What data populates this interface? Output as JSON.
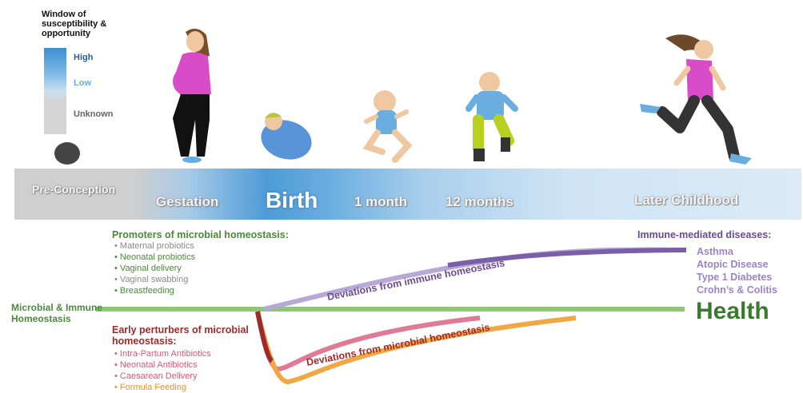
{
  "legend": {
    "title": "Window of susceptibility & opportunity",
    "high": "High",
    "low": "Low",
    "unknown": "Unknown"
  },
  "timeline": {
    "stages": [
      "Pre-Conception",
      "Gestation",
      "Birth",
      "1 month",
      "12 months",
      "Later Childhood"
    ]
  },
  "promoters": {
    "heading": "Promoters of microbial homeostasis:",
    "items": [
      {
        "text": "Maternal probiotics",
        "color": "#8a8a8a"
      },
      {
        "text": "Neonatal probiotics",
        "color": "#4a8a3a"
      },
      {
        "text": "Vaginal delivery",
        "color": "#4a8a3a"
      },
      {
        "text": "Vaginal swabbing",
        "color": "#8a8a8a"
      },
      {
        "text": "Breastfeeding",
        "color": "#4a8a3a"
      }
    ]
  },
  "perturbers": {
    "heading": "Early perturbers of microbial homeostasis:",
    "items": [
      {
        "text": "Intra-Partum Antibiotics",
        "color": "#d45a78"
      },
      {
        "text": "Neonatal Antibiotics",
        "color": "#d45a78"
      },
      {
        "text": "Caesarean Delivery",
        "color": "#d45a78"
      },
      {
        "text": "Formula Feeding",
        "color": "#e8902a"
      }
    ]
  },
  "immune": {
    "heading": "Immune-mediated diseases:",
    "items": [
      "Asthma",
      "Atopic Disease",
      "Type 1 Diabetes",
      "Crohn’s & Colitis"
    ]
  },
  "homeostasis_label": "Microbial & Immune Homeostasis",
  "health_label": "Health",
  "curves": {
    "immune": "Deviations from  immune homeostasis",
    "microbial": "Deviations from microbial homeostasis"
  },
  "colors": {
    "health_line": "#8cc870",
    "immune_curve": "#7a5ea8",
    "microbial_dark": "#9e2a2a",
    "microbial_pink": "#e07a95",
    "microbial_orange": "#f0a845"
  },
  "figures": [
    "pregnant-woman",
    "swaddled-newborn",
    "sitting-baby",
    "standing-toddler",
    "running-child"
  ]
}
